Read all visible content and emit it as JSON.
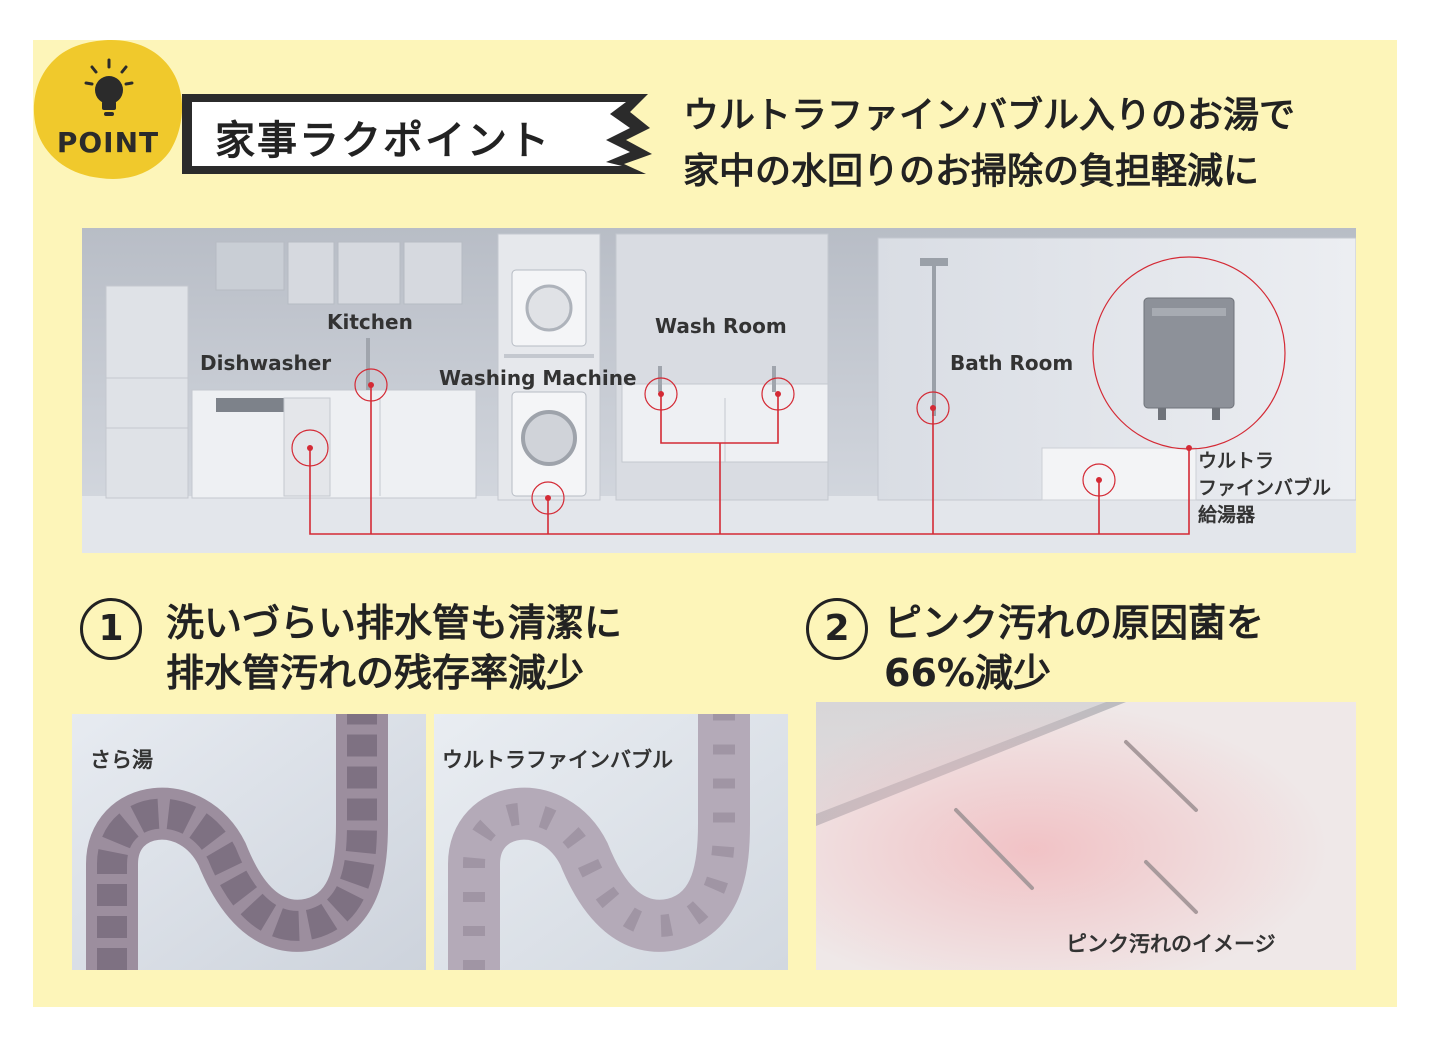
{
  "header": {
    "badge": "POINT",
    "title": "家事ラクポイント",
    "headline_line1": "ウルトラファインバブル入りのお湯で",
    "headline_line2": "家中の水回りのお掃除の負担軽減に"
  },
  "illustration": {
    "labels": {
      "kitchen": "Kitchen",
      "dishwasher": "Dishwasher",
      "washing_machine": "Washing Machine",
      "wash_room": "Wash Room",
      "bath_room": "Bath Room"
    },
    "heater_line1": "ウルトラ",
    "heater_line2": "ファインバブル",
    "heater_line3": "給湯器"
  },
  "section1": {
    "number": "1",
    "title_line1": "洗いづらい排水管も清潔に",
    "title_line2": "排水管汚れの残存率減少",
    "photo_left_caption": "さら湯",
    "photo_right_caption": "ウルトラファインバブル"
  },
  "section2": {
    "number": "2",
    "title_line1": "ピンク汚れの原因菌を",
    "title_line2": "66%減少",
    "photo_caption": "ピンク汚れのイメージ"
  },
  "colors": {
    "background": "#fdf5b9",
    "badge": "#f0c92c",
    "accent_red": "#d42a35"
  }
}
